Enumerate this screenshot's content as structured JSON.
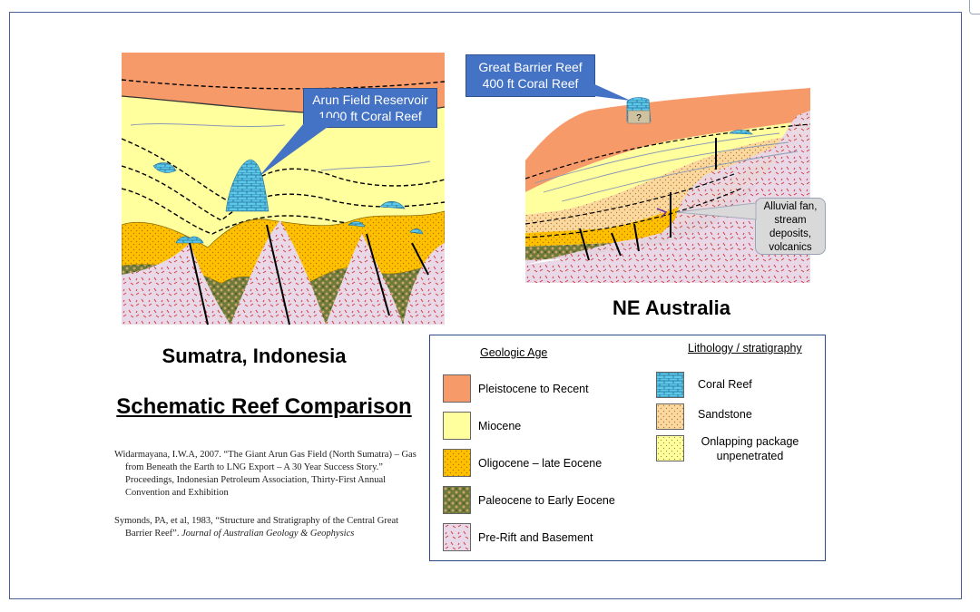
{
  "callouts": {
    "arun_line1": "Arun Field Reservoir",
    "arun_line2": "1000 ft Coral Reef",
    "gbr_line1": "Great Barrier Reef",
    "gbr_line2": "400 ft Coral Reef",
    "fan_line1": "Alluvial fan,",
    "fan_line2": "stream",
    "fan_line3": "deposits,",
    "fan_line4": "volcanics",
    "question_mark": "?"
  },
  "titles": {
    "sumatra": "Sumatra,  Indonesia",
    "ne_australia": "NE  Australia",
    "main": "Schematic Reef Comparison"
  },
  "references": {
    "ref1": "Widarmayana, I.W.A, 2007. “The Giant Arun Gas Field (North Sumatra) – Gas from Beneath the Earth to LNG Export – A 30 Year Success Story.” Proceedings, Indonesian Petroleum Association, Thirty-First Annual Convention and Exhibition",
    "ref2_text": "Symonds, PA, et al, 1983, “Structure and Stratigraphy of the Central Great Barrier Reef”. ",
    "ref2_journal": "Journal of Australian Geology & Geophysics"
  },
  "legend": {
    "heading_age": "Geologic Age",
    "heading_lith": "Lithology / stratigraphy",
    "ages": [
      {
        "label": "Pleistocene to Recent",
        "color": "#f79a6a"
      },
      {
        "label": "Miocene",
        "color": "#ffff9e"
      },
      {
        "label": "Oligocene – late Eocene",
        "color": "#ffc000"
      },
      {
        "label": "Paleocene to Early Eocene",
        "color": "#7a7a3a"
      },
      {
        "label": "Pre-Rift and Basement",
        "color": "#e8d8e8"
      }
    ],
    "lithologies": [
      {
        "label": "Coral Reef",
        "color": "#5ec8e8"
      },
      {
        "label": "Sandstone",
        "color": "#fad9a0"
      },
      {
        "label": "Onlapping package unpenetrated",
        "color": "#ffff9e"
      }
    ]
  }
}
